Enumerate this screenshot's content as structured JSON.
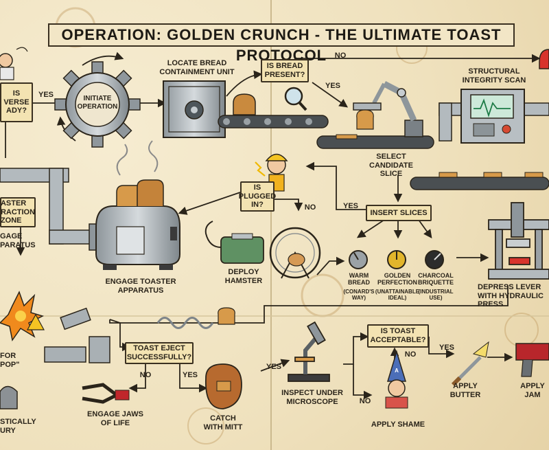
{
  "title": "OPERATION: GOLDEN CRUNCH - THE ULTIMATE TOAST PROTOCOL",
  "nodes": {
    "universe_ready": "IS\nVERSE\nADY?",
    "initiate": "INITIATE\nOPERATION",
    "locate_bread": "LOCATE BREAD\nCONTAINMENT UNIT",
    "bread_present": "IS BREAD\nPRESENT?",
    "structural_scan": "STRUCTURAL\nINTEGRITY SCAN",
    "select_slice": "SELECT\nCANDIDATE\nSLICE",
    "toaster_zone": "ASTER\nRACTION\nZONE",
    "engage_apparatus_left": "GAGE\nPARATUS",
    "plugged_in": "IS\nPLUGGED\nIN?",
    "engage_toaster": "ENGAGE TOASTER\nAPPARATUS",
    "insert_slices": "INSERT SLICES",
    "deploy_hamster": "DEPLOY\nHAMSTER",
    "depress_lever": "DEPRESS LEVER\nWITH HYDRAULIC\nPRESS",
    "toast_eject": "TOAST EJECT\nSUCCESSFULLY?",
    "toast_acceptable": "IS TOAST\nACCEPTABLE?",
    "inspect_microscope": "INSPECT UNDER\nMICROSCOPE",
    "apply_butter": "APPLY\nBUTTER",
    "apply_jam": "APPLY\nJAM",
    "engage_jaws": "ENGAGE JAWS\nOF LIFE",
    "catch_mitt": "CATCH\nWITH MITT",
    "apply_shame": "APPLY SHAME",
    "pray_pop": "FOR\nPOP\"",
    "bury": "STICALLY\nURY"
  },
  "settings": {
    "warm": {
      "label": "WARM\nBREAD",
      "note": "(CONARD'S\nWAY)"
    },
    "golden": {
      "label": "GOLDEN\nPERFECTION",
      "note": "(UNATTAINABLE\nIDEAL)"
    },
    "charcoal": {
      "label": "CHARCOAL\nBRIQUETTE",
      "note": "(INDUSTRIAL\nUSE)"
    }
  },
  "edge_labels": {
    "yes": "YES",
    "no": "NO",
    "hat_text": "A"
  },
  "colors": {
    "paper": "#efe1bd",
    "ink": "#2a241a",
    "box_fill": "#f3e3b2",
    "metal": "#a9b0b4",
    "gold_knob": "#e2b52b",
    "toast": "#d79a4a",
    "jam": "#b8262b",
    "explosion": "#f08a1d"
  }
}
